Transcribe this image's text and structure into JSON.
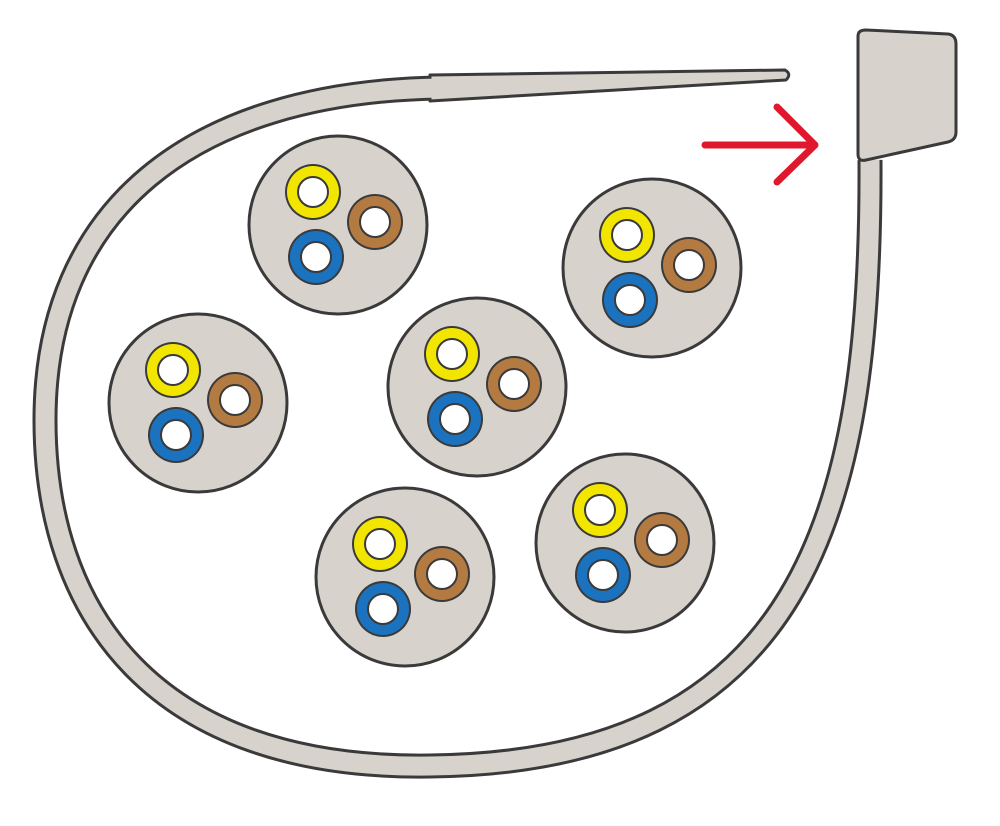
{
  "diagram": {
    "subject": "cable-tie-bundle",
    "colors": {
      "tie_fill": "#d8d2cc",
      "outline": "#3a3a3a",
      "cable_sheath": "#d8d2cc",
      "wire_yellow": "#f2e600",
      "wire_brown": "#b37a42",
      "wire_blue": "#1b72be",
      "arrow": "#e0182d",
      "conductor": "#ffffff"
    },
    "cable_count": 6,
    "wires_per_cable": [
      "yellow",
      "brown",
      "blue"
    ],
    "arrow_direction": "right"
  }
}
